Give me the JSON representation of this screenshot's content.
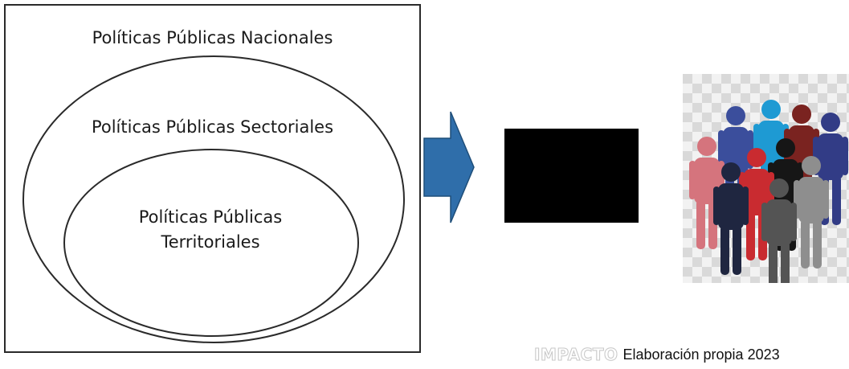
{
  "diagram": {
    "outer_label": "Políticas Públicas Nacionales",
    "middle_label": "Políticas Públicas Sectoriales",
    "inner_label_line1": "Políticas Públicas",
    "inner_label_line2": "Territoriales"
  },
  "colors": {
    "arrow_fill": "#2f6eaa",
    "arrow_stroke": "#1f4e79",
    "box": "#000000"
  },
  "icons": {
    "arrow": "right-arrow-icon",
    "people": "people-group-icon"
  },
  "caption": {
    "watermark": "IMPACTO",
    "text": "Elaboración  propia 2023"
  }
}
